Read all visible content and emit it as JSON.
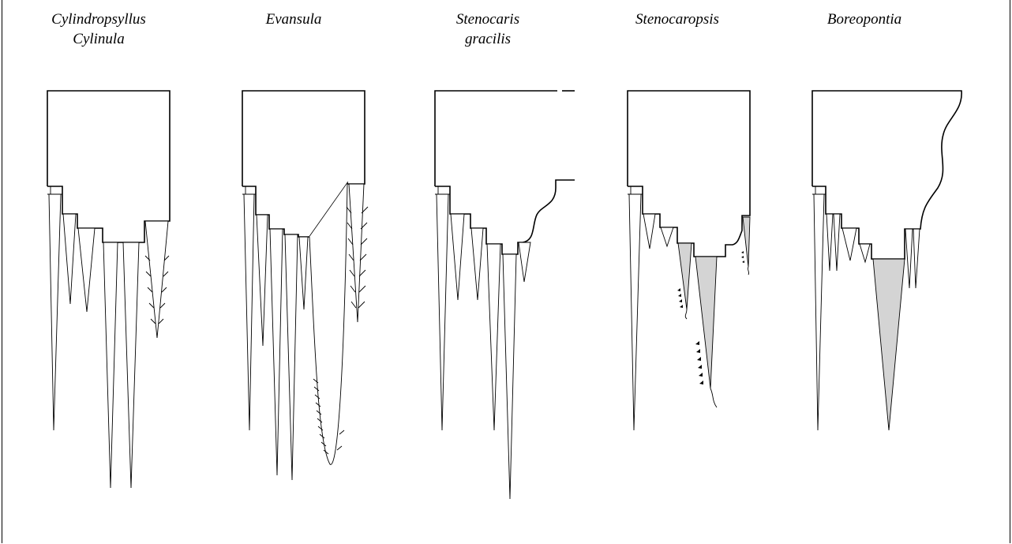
{
  "figure": {
    "panels": [
      {
        "id": "cylindropsyllus",
        "label_lines": [
          "Cylindropsyllus",
          "Cylinula"
        ]
      },
      {
        "id": "evansula",
        "label_lines": [
          "Evansula"
        ]
      },
      {
        "id": "stenocaris",
        "label_lines": [
          "Stenocaris",
          "gracilis"
        ]
      },
      {
        "id": "stenocaropsis",
        "label_lines": [
          "Stenocaropsis"
        ]
      },
      {
        "id": "boreopontia",
        "label_lines": [
          "Boreopontia"
        ]
      }
    ],
    "colors": {
      "line": "#000000",
      "shaded_seta": "#d4d4d4",
      "background": "#ffffff"
    }
  }
}
